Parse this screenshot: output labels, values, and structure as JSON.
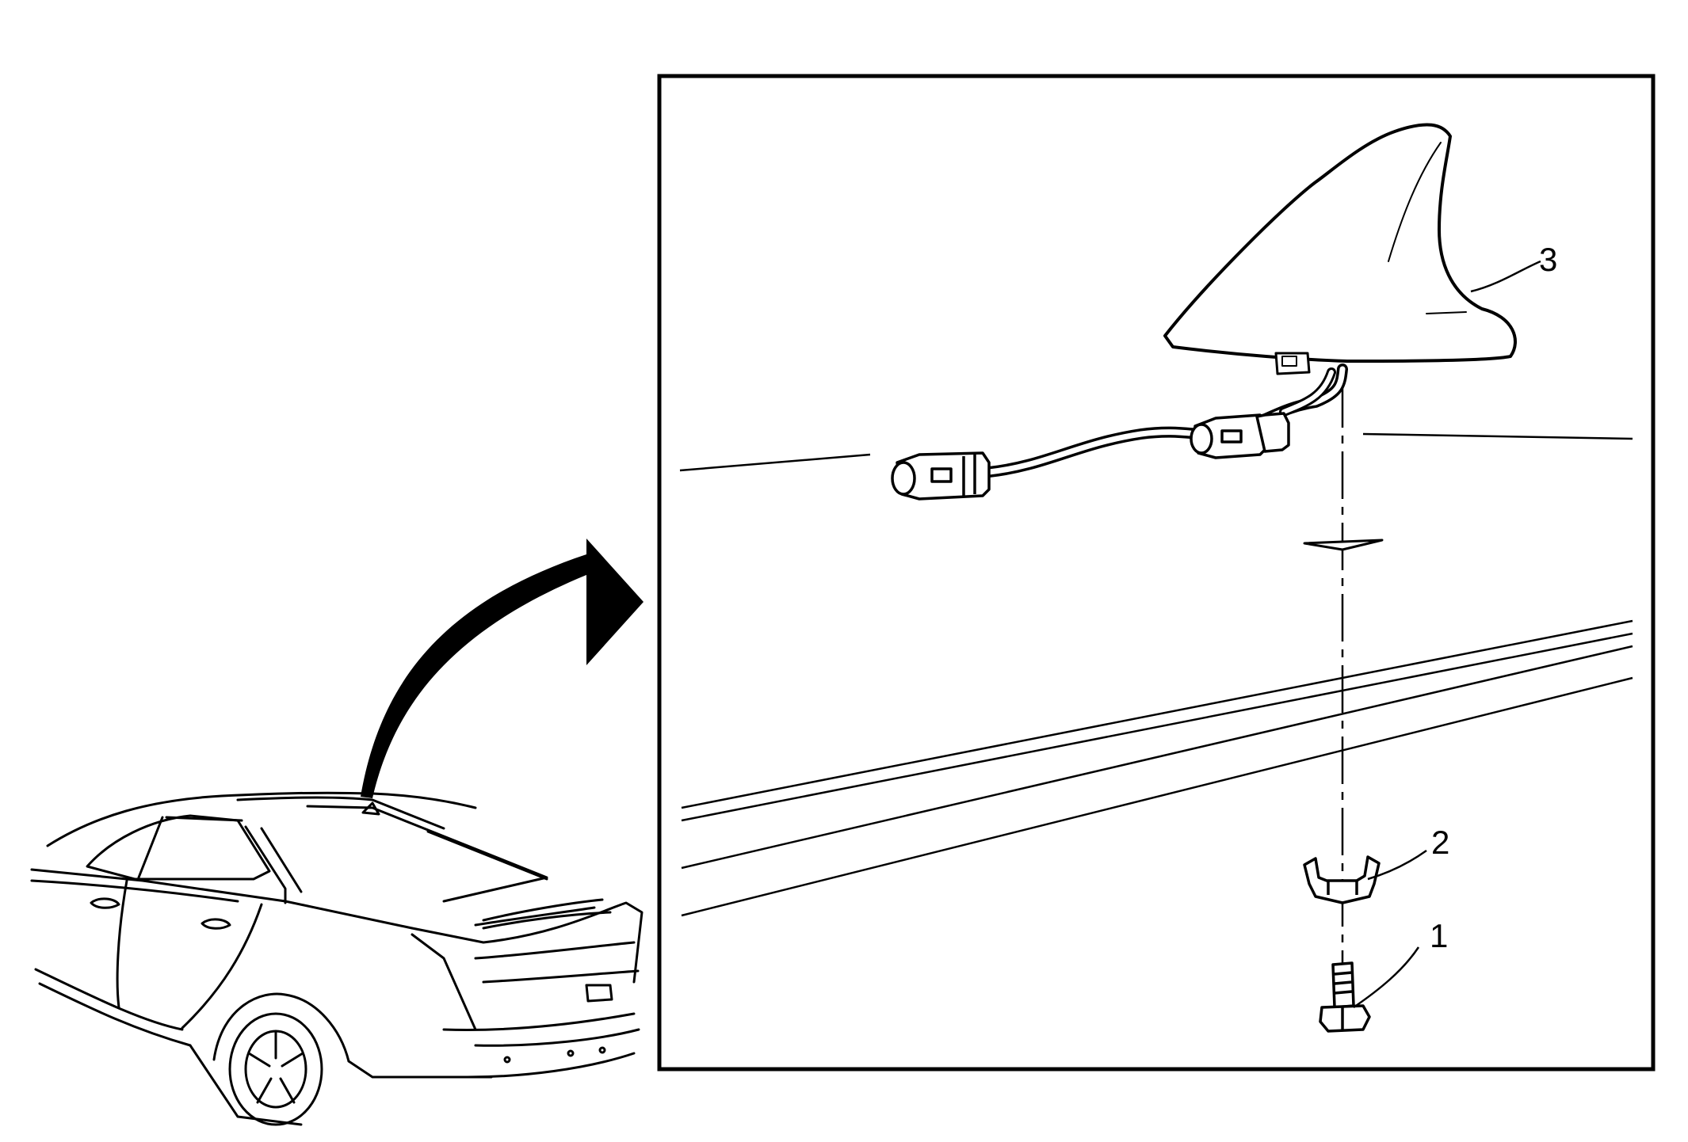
{
  "figure": {
    "callouts": [
      {
        "number": "1",
        "part": "bolt"
      },
      {
        "number": "2",
        "part": "nut"
      },
      {
        "number": "3",
        "part": "antenna"
      }
    ]
  }
}
